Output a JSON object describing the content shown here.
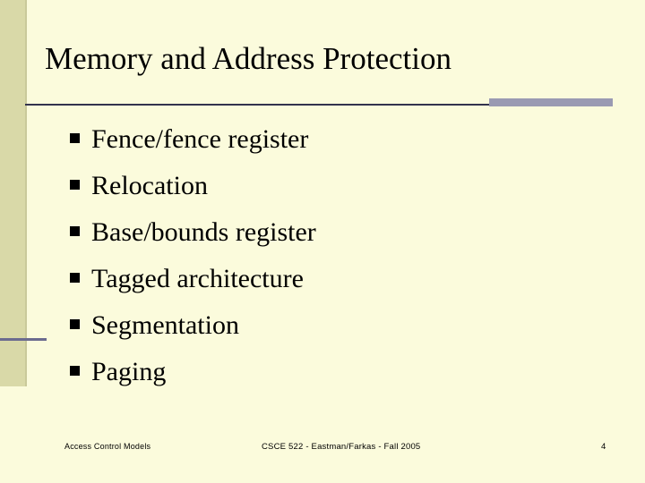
{
  "slide": {
    "title": "Memory and Address Protection",
    "bullets": [
      {
        "marker": "n",
        "text": "Fence/fence register"
      },
      {
        "marker": "n",
        "text": "Relocation"
      },
      {
        "marker": "n",
        "text": "Base/bounds register"
      },
      {
        "marker": "n",
        "text": "Tagged architecture"
      },
      {
        "marker": "n",
        "text": "Segmentation"
      },
      {
        "marker": "n",
        "text": "Paging"
      }
    ],
    "footer": {
      "left": "Access Control Models",
      "center": "CSCE 522 - Eastman/Farkas - Fall 2005",
      "page": "4"
    },
    "colors": {
      "background": "#fbfbdc",
      "band": "#d9d9a8",
      "rule_thin": "#33334d",
      "rule_thick": "#9a9ab2",
      "text": "#000000"
    }
  }
}
